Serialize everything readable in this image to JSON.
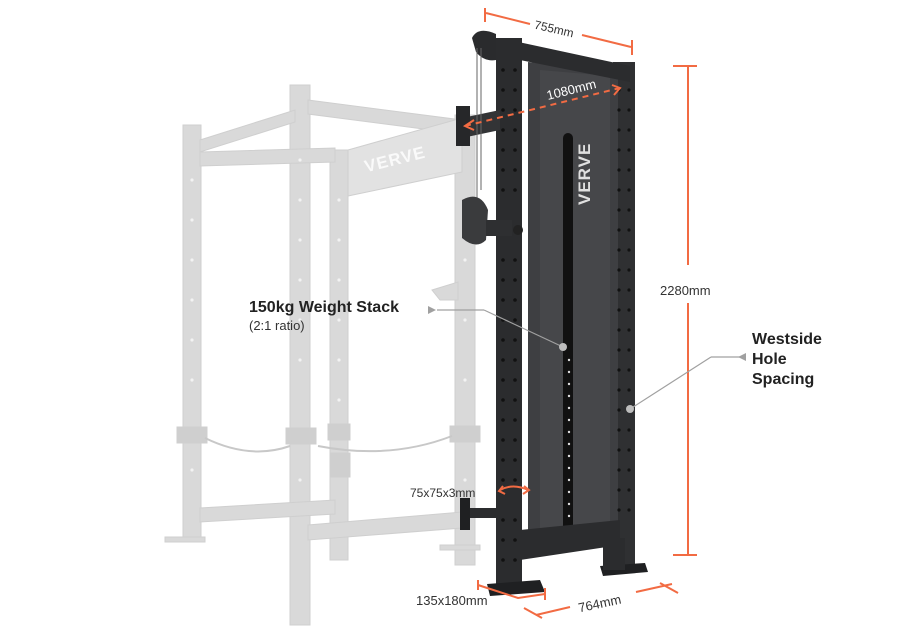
{
  "product": {
    "brand_mark": "VERVE",
    "brand_mark_rack": "VERVE"
  },
  "dimensions": {
    "top_width": "755mm",
    "inner_depth": "1080mm",
    "height": "2280mm",
    "upright_size": "75x75x3mm",
    "footplate_size": "135x180mm",
    "base_width": "764mm"
  },
  "callouts": {
    "weight_stack": {
      "title": "150kg Weight Stack",
      "subtitle": "(2:1 ratio)"
    },
    "hole_spacing": {
      "line1": "Westside",
      "line2": "Hole",
      "line3": "Spacing"
    }
  },
  "colors": {
    "dimension_line": "#f26b43",
    "leader_line": "#9a9a9a",
    "steel_dark": "#2f3032",
    "steel_panel": "#3d3e40",
    "ghost_rack": "#d6d6d6"
  }
}
